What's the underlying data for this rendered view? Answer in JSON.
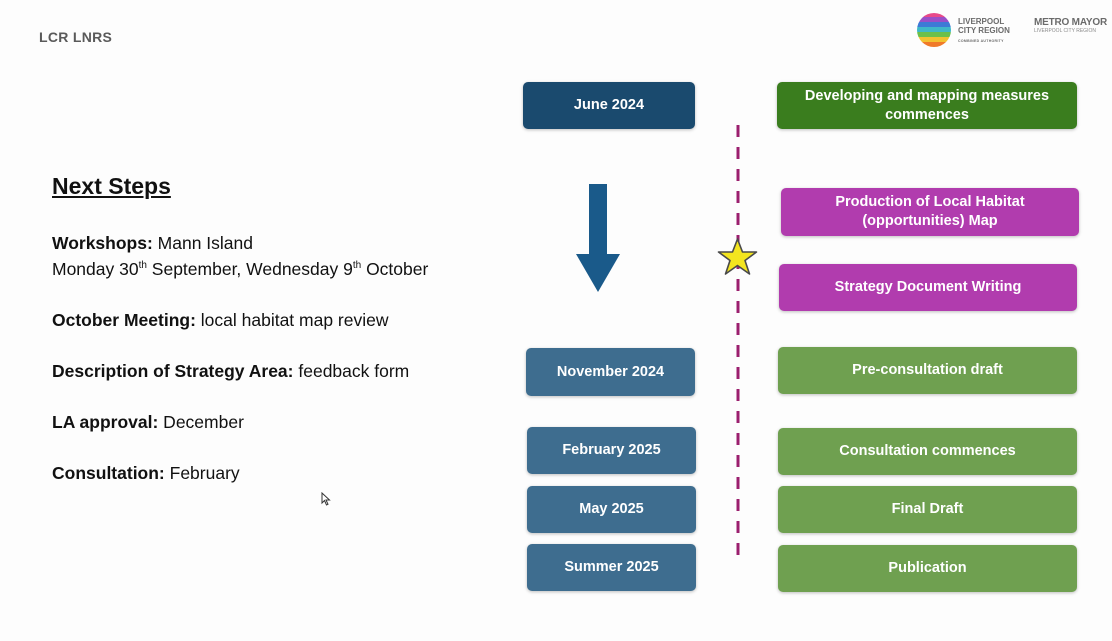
{
  "header": {
    "title": "LCR LNRS"
  },
  "logos": {
    "lcr": {
      "line1": "LIVERPOOL",
      "line2": "CITY REGION",
      "line3": "COMBINED AUTHORITY"
    },
    "metro_mayor": {
      "line1": "METRO MAYOR",
      "line2": "LIVERPOOL CITY REGION"
    }
  },
  "next_steps": {
    "heading": "Next Steps",
    "workshops": {
      "label": "Workshops:",
      "location": " Mann Island",
      "date1_prefix": "Monday 30",
      "date1_sup": "th",
      "date1_suffix": " September, Wednesday 9",
      "date2_sup": "th",
      "date2_suffix": " October"
    },
    "items": [
      {
        "label": "October Meeting:",
        "text": " local habitat map review"
      },
      {
        "label": "Description of Strategy Area:",
        "text": " feedback form"
      },
      {
        "label": "LA approval:",
        "text": " December"
      },
      {
        "label": "Consultation:",
        "text": " February"
      }
    ]
  },
  "timeline": {
    "dates": [
      "June 2024",
      "November 2024",
      "February 2025",
      "May 2025",
      "Summer 2025"
    ],
    "activities": [
      "Developing and mapping measures commences",
      "Production of Local Habitat (opportunities) Map",
      "Strategy Document Writing",
      "Pre-consultation draft",
      "Consultation commences",
      "Final Draft",
      "Publication"
    ]
  },
  "colors": {
    "date_dark": "#1a4a6e",
    "date_mid": "#3e6d8f",
    "green_dark": "#3a7d1e",
    "green_light": "#6fa050",
    "magenta": "#b13cae",
    "arrow": "#1a5a8a",
    "dashes": "#9b1f6e",
    "star": "#f3e51f"
  },
  "icons": {
    "arrow": "down-arrow-icon",
    "star": "star-icon",
    "cursor": "mouse-cursor-icon"
  }
}
